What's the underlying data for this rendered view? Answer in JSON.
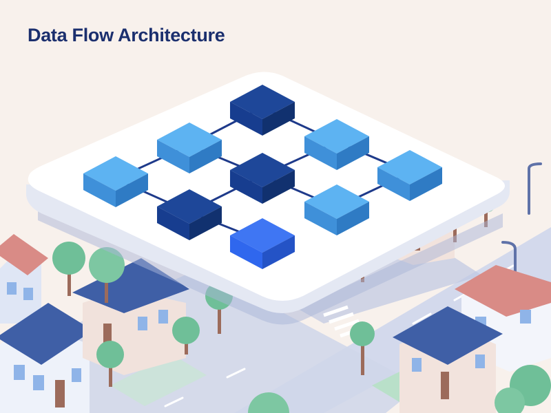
{
  "title": "Data Flow Architecture",
  "colors": {
    "background": "#f8f1ec",
    "title": "#1b2f6e",
    "platform": "#ffffff",
    "node_light": "#4aa3ea",
    "node_dark": "#173d8f",
    "node_accent": "#2f67ee",
    "connector": "#1e3a8a",
    "road": "#c9d0e6",
    "tree": "#6fbf98",
    "roof_blue": "#3f5fa6",
    "roof_red": "#d98b86"
  },
  "nodes": [
    {
      "id": "n1",
      "tone": "dark"
    },
    {
      "id": "n2",
      "tone": "light"
    },
    {
      "id": "n3",
      "tone": "light"
    },
    {
      "id": "n4",
      "tone": "light"
    },
    {
      "id": "n5",
      "tone": "dark"
    },
    {
      "id": "n6",
      "tone": "light"
    },
    {
      "id": "n7",
      "tone": "dark"
    },
    {
      "id": "n8",
      "tone": "light"
    },
    {
      "id": "n9",
      "tone": "accent"
    }
  ],
  "edges": [
    [
      "n1",
      "n2"
    ],
    [
      "n1",
      "n3"
    ],
    [
      "n2",
      "n4"
    ],
    [
      "n2",
      "n5"
    ],
    [
      "n3",
      "n5"
    ],
    [
      "n3",
      "n6"
    ],
    [
      "n4",
      "n7"
    ],
    [
      "n5",
      "n7"
    ],
    [
      "n5",
      "n8"
    ],
    [
      "n6",
      "n8"
    ],
    [
      "n7",
      "n9"
    ]
  ]
}
